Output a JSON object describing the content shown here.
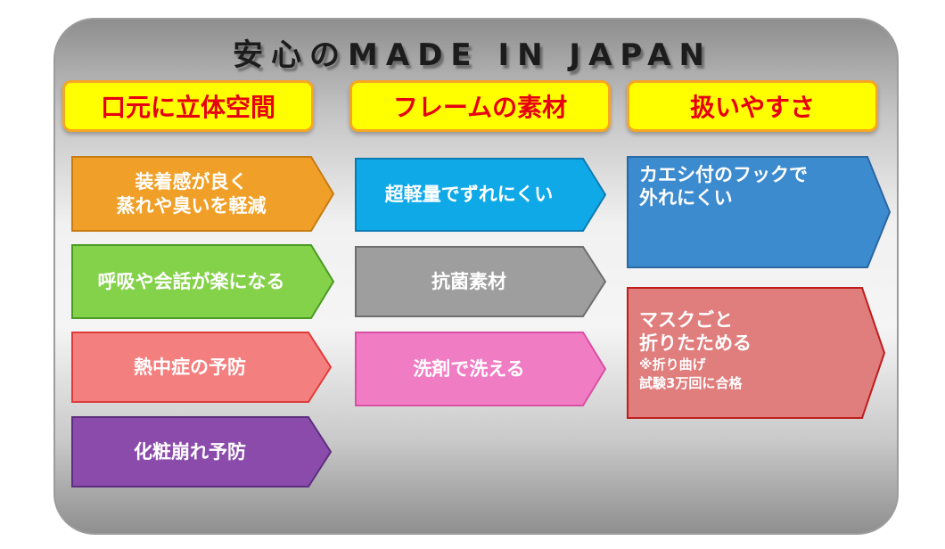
{
  "title": "安心のMADE IN JAPAN",
  "columns": [
    {
      "header": "口元に立体空間",
      "items": [
        {
          "lines": [
            "装着感が良く",
            "蒸れや臭いを軽減"
          ],
          "color": "#f0a028",
          "border": "#c77b10"
        },
        {
          "lines": [
            "呼吸や会話が楽になる"
          ],
          "color": "#84d14a",
          "border": "#4a9b22"
        },
        {
          "lines": [
            "熱中症の予防"
          ],
          "color": "#f47f7f",
          "border": "#e03b3b"
        },
        {
          "lines": [
            "化粧崩れ予防"
          ],
          "color": "#8a4bab",
          "border": "#5d2e7e"
        }
      ]
    },
    {
      "header": "フレームの素材",
      "items": [
        {
          "lines": [
            "超軽量でずれにくい"
          ],
          "color": "#10a9e8",
          "border": "#0a7bb2"
        },
        {
          "lines": [
            "抗菌素材"
          ],
          "color": "#9e9e9e",
          "border": "#6e6e6e"
        },
        {
          "lines": [
            "洗剤で洗える"
          ],
          "color": "#f07cc4",
          "border": "#d94fa3"
        }
      ]
    },
    {
      "header": "扱いやすさ",
      "items": [
        {
          "lines": [
            "カエシ付のフックで",
            "外れにくい"
          ],
          "color": "#3d8bcf",
          "border": "#2a67a3"
        },
        {
          "lines": [
            "マスクごと",
            "折りたためる"
          ],
          "notes": [
            "※折り曲げ",
            "試験3万回に合格"
          ],
          "color": "#e07d7d",
          "border": "#c01d1d"
        }
      ]
    }
  ]
}
